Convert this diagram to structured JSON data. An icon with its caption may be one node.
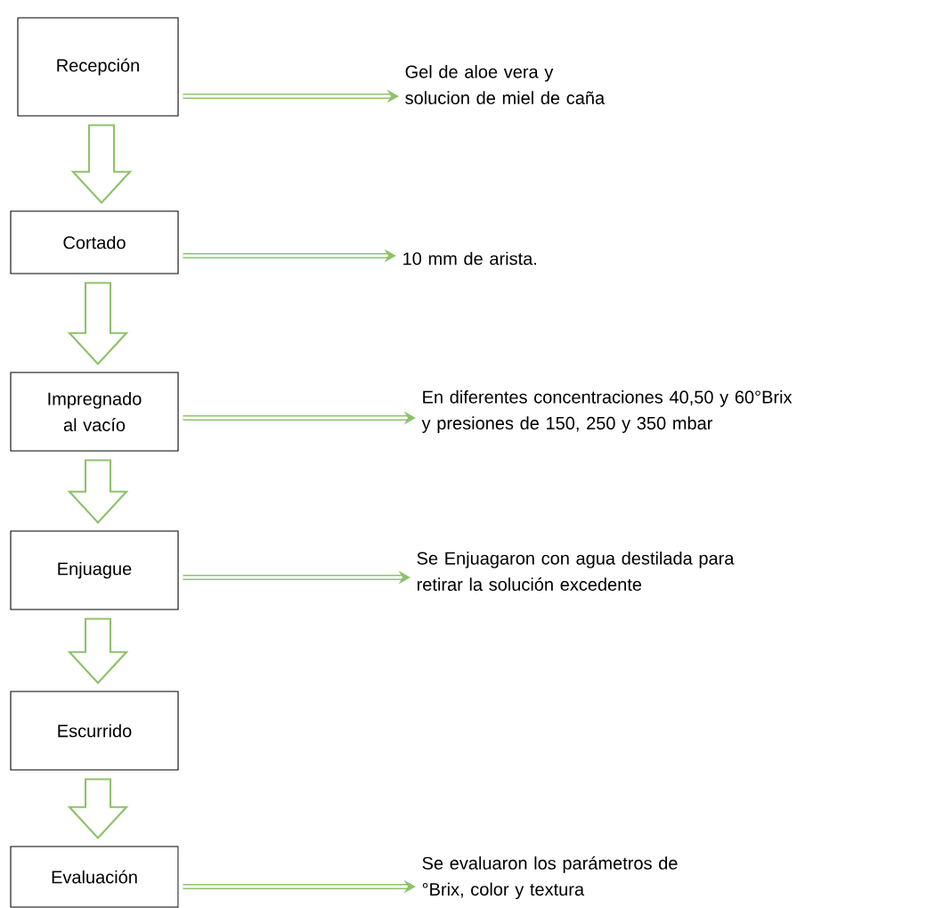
{
  "diagram": {
    "nodes": [
      {
        "text": [
          "Recepción"
        ]
      },
      {
        "text": [
          "Cortado"
        ]
      },
      {
        "text": [
          "Impregnado al vacío"
        ]
      },
      {
        "text": [
          "Enjuague"
        ]
      },
      {
        "text": [
          "Escurrido"
        ]
      },
      {
        "text": [
          "Evaluación"
        ]
      },
      {
        "text": [
          "Gel de aloe vera y solucion de miel de caña"
        ]
      },
      {
        "text": [
          "10 mm de arista."
        ]
      },
      {
        "text": [
          "En diferentes concentraciones 40,50 y 60°Brix y presiones de 150, 250 y 350 mbar"
        ]
      },
      {
        "text": [
          "Se Enjuagaron con agua destilada para retirar la solución excedente"
        ]
      },
      {
        "text": [
          "Se evaluaron los parámetros de °Brix, color y textura"
        ]
      }
    ],
    "edges": [
      {
        "from": 0,
        "to": 1,
        "arrow": "to"
      },
      {
        "from": 1,
        "to": 2,
        "arrow": "to"
      },
      {
        "from": 2,
        "to": 3,
        "arrow": "to"
      },
      {
        "from": 3,
        "to": 4,
        "arrow": "to"
      },
      {
        "from": 4,
        "to": 5,
        "arrow": "to"
      },
      {
        "from": 0,
        "to": 6,
        "arrow": "to"
      },
      {
        "from": 1,
        "to": 7,
        "arrow": "to"
      },
      {
        "from": 2,
        "to": 8,
        "arrow": "to"
      },
      {
        "from": 3,
        "to": 9,
        "arrow": "to"
      },
      {
        "from": 5,
        "to": 10,
        "arrow": "to"
      }
    ]
  }
}
